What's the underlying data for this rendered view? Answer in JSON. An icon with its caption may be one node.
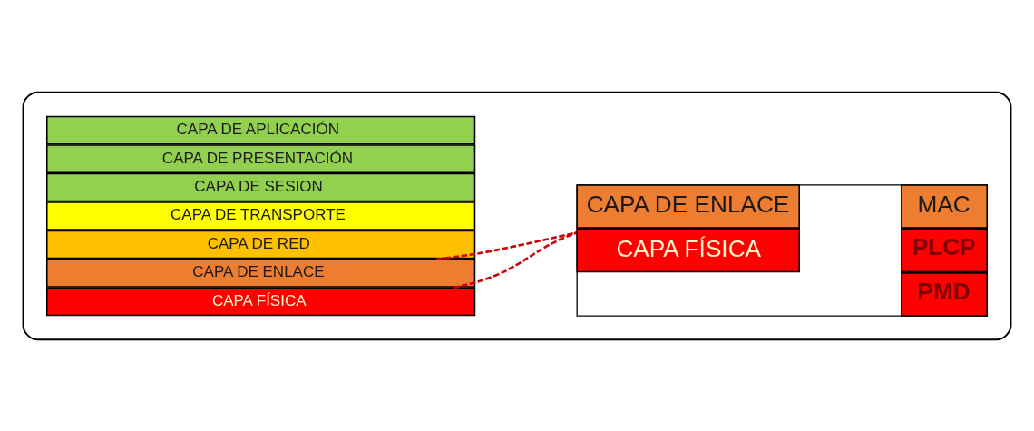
{
  "diagram": {
    "nodes": [
      {
        "text": [],
        "shape": "box"
      },
      {
        "text": [
          "CAPA DE APLICACIÓN"
        ],
        "in": 0
      },
      {
        "text": [
          "CAPA DE PRESENTACIÓN"
        ],
        "in": 0
      },
      {
        "text": [
          "CAPA DE SESION"
        ],
        "in": 0
      },
      {
        "text": [
          "CAPA DE TRANSPORTE"
        ],
        "in": 0
      },
      {
        "text": [
          "CAPA DE RED"
        ],
        "in": 0
      },
      {
        "text": [
          "CAPA DE ENLACE"
        ],
        "in": 0
      },
      {
        "text": [
          "CAPA FÍSICA"
        ],
        "in": 0
      },
      {
        "text": [],
        "shape": "box",
        "in": 0
      },
      {
        "text": [
          "CAPA DE ENLACE"
        ],
        "in": 8
      },
      {
        "text": [
          "MAC"
        ],
        "in": 8
      },
      {
        "text": [
          "CAPA FÍSICA"
        ],
        "in": 8
      },
      {
        "text": [
          "PLCP"
        ],
        "in": 8
      },
      {
        "text": [
          "PMD"
        ],
        "in": 8
      }
    ],
    "edges": [
      {
        "from": 6,
        "to": 8,
        "arrow": "none",
        "style": "dashed",
        "color": "#d00000"
      },
      {
        "from": 7,
        "to": 8,
        "arrow": "none",
        "style": "dashed",
        "color": "#d00000"
      }
    ]
  }
}
